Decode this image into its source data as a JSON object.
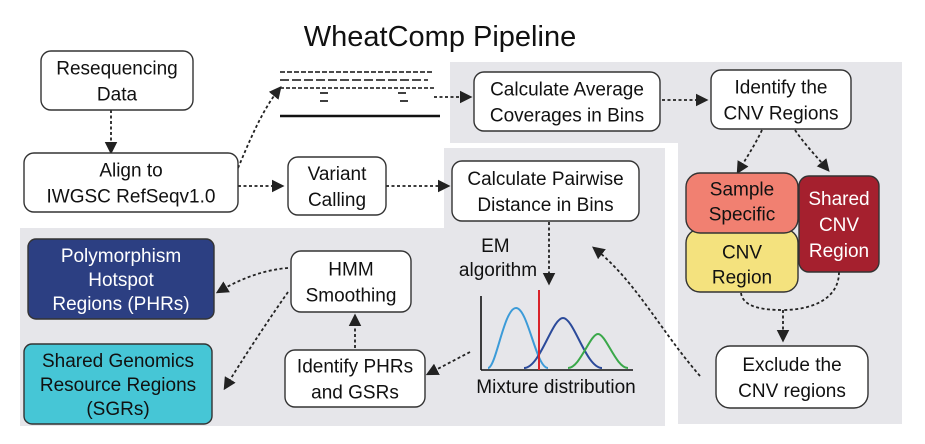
{
  "title": "WheatComp Pipeline",
  "colors": {
    "panel": "#e6e6ea",
    "box_fill": "#ffffff",
    "box_stroke": "#333333",
    "phr_fill": "#2c3f82",
    "sgr_fill": "#46c6d6",
    "sample_specific_fill": "#f18071",
    "cnv_yellow_fill": "#f4e27e",
    "shared_cnv_fill": "#a5202e",
    "curve_blue_1": "#3c9bd8",
    "curve_blue_2": "#2b4a9a",
    "curve_green": "#3aa84a",
    "marker_red": "#d9232a"
  },
  "nodes": {
    "resequencing": {
      "lines": [
        "Resequencing",
        "Data"
      ]
    },
    "align": {
      "lines": [
        "Align to",
        "IWGSC RefSeqv1.0"
      ]
    },
    "variant": {
      "lines": [
        "Variant",
        "Calling"
      ]
    },
    "avg_cov": {
      "lines": [
        "Calculate Average",
        "Coverages in Bins"
      ]
    },
    "identify_cnv": {
      "lines": [
        "Identify the",
        "CNV Regions"
      ]
    },
    "pairwise": {
      "lines": [
        "Calculate Pairwise",
        "Distance in Bins"
      ]
    },
    "sample_specific": {
      "lines": [
        "Sample",
        "Specific"
      ]
    },
    "cnv_region": {
      "lines": [
        "CNV",
        "Region"
      ]
    },
    "shared_cnv": {
      "lines": [
        "Shared",
        "CNV",
        "Region"
      ]
    },
    "exclude_cnv": {
      "lines": [
        "Exclude the",
        "CNV regions"
      ]
    },
    "hmm": {
      "lines": [
        "HMM",
        "Smoothing"
      ]
    },
    "identify_phr": {
      "lines": [
        "Identify PHRs",
        "and GSRs"
      ]
    },
    "phr": {
      "lines": [
        "Polymorphism",
        "Hotspot",
        "Regions (PHRs)"
      ]
    },
    "sgr": {
      "lines": [
        "Shared Genomics",
        "Resource Regions",
        "(SGRs)"
      ]
    }
  },
  "labels": {
    "em": [
      "EM",
      "algorithm"
    ],
    "mixture": "Mixture distribution"
  },
  "icons": {
    "reads": "aligned-reads-icon",
    "mixture": "mixture-distribution-icon"
  }
}
